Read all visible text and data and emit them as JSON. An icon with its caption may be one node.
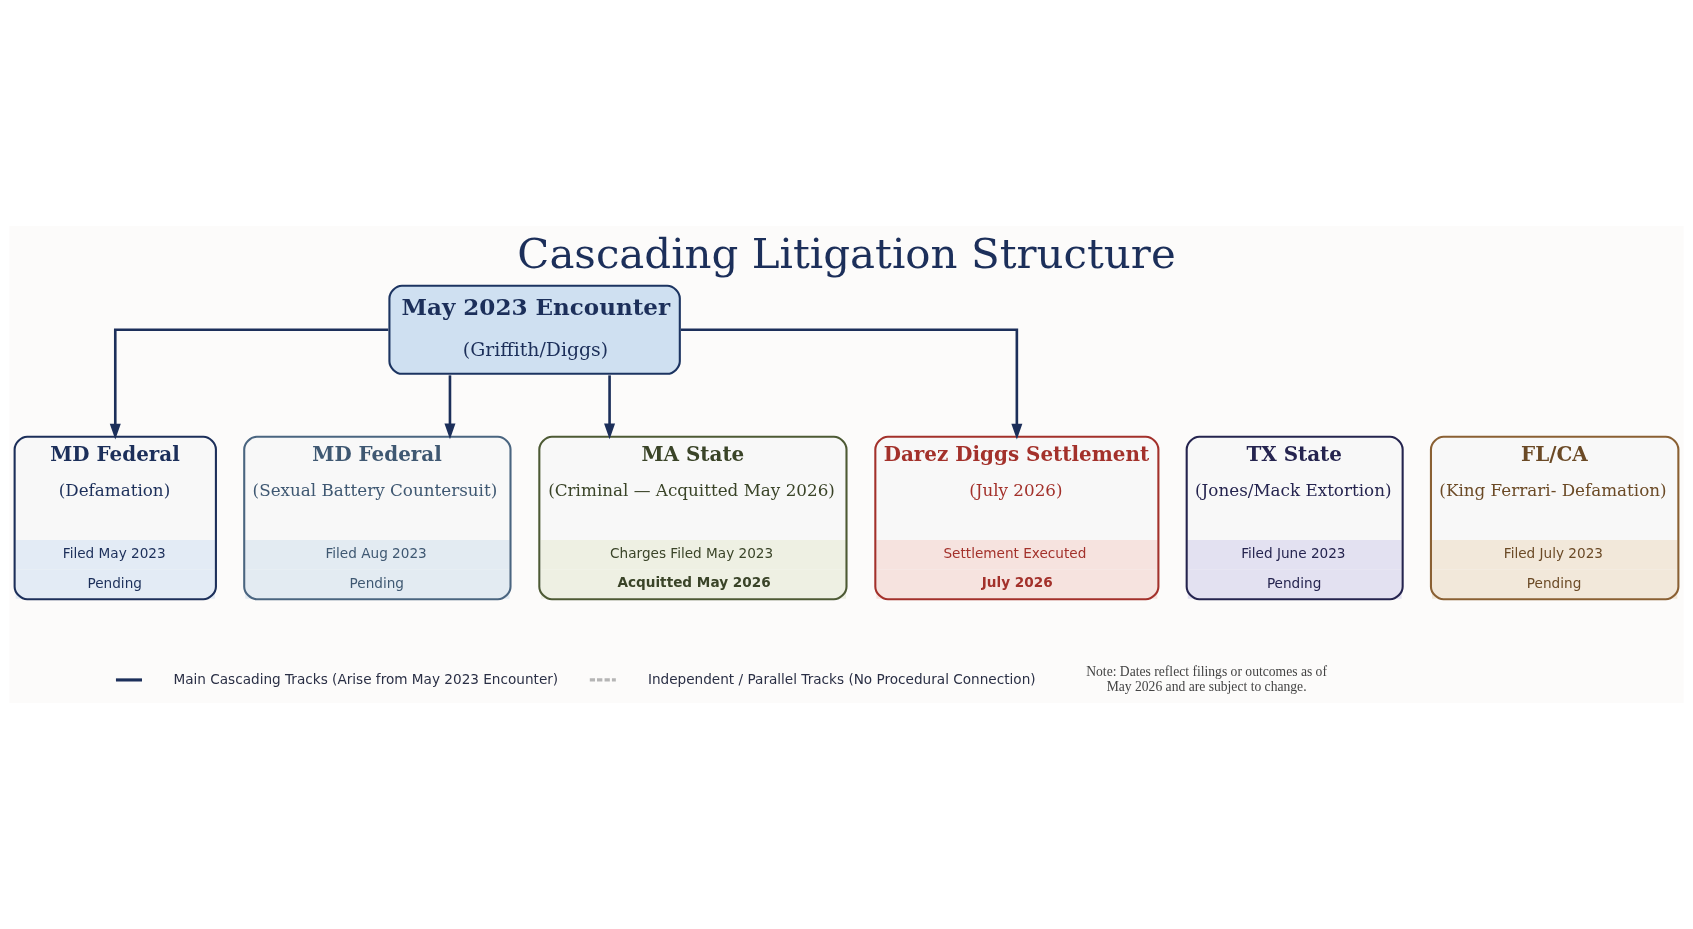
{
  "diagram": {
    "title": "Cascading Litigation Structure",
    "nodes": [
      {
        "text": [
          "May 2023 Encounter",
          "(Griffith/Diggs)"
        ]
      },
      {
        "text": [
          "MD Federal",
          "(Defamation)",
          "Filed May 2023",
          "Pending"
        ]
      },
      {
        "text": [
          "MD Federal",
          "(Sexual Battery Countersuit)",
          "Filed Aug 2023",
          "Pending"
        ]
      },
      {
        "text": [
          "MA State",
          "(Criminal — Acquitted May 2026)",
          "Charges Filed May 2023",
          "Acquitted May 2026"
        ]
      },
      {
        "text": [
          "Darez Diggs Settlement",
          "(July 2026)",
          "Settlement Executed",
          "July 2026"
        ]
      },
      {
        "text": [
          "TX State",
          "(Jones/Mack Extortion)",
          "Filed June 2023",
          "Pending"
        ]
      },
      {
        "text": [
          "FL/CA",
          "(King Ferrari- Defamation)",
          "Filed July 2023",
          "Pending"
        ]
      }
    ],
    "edges": [
      {
        "from": 0,
        "to": 1,
        "arrow": "to"
      },
      {
        "from": 0,
        "to": 2,
        "arrow": "to"
      },
      {
        "from": 0,
        "to": 3,
        "arrow": "to"
      },
      {
        "from": 0,
        "to": 4,
        "arrow": "to"
      }
    ],
    "labels": [
      "Note: Dates reflect filings or outcomes as of May 2026 and are subject to change."
    ],
    "legend": [
      {
        "text": "Main Cascading Tracks (Arise from May 2023 Encounter)"
      },
      {
        "text": "Independent / Parallel Tracks (No Procedural Connection)"
      }
    ]
  }
}
